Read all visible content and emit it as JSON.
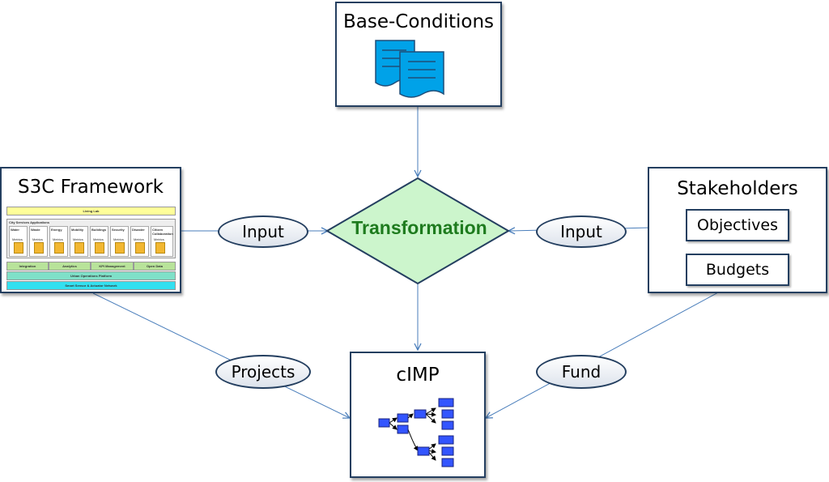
{
  "diagram": {
    "base": {
      "title": "Base-Conditions",
      "icon": "documents-icon"
    },
    "framework": {
      "title": "S3C Framework",
      "living_lab": "Living Lab",
      "apps_title": "City Services Applications",
      "columns": [
        "Water",
        "Waste",
        "Energy",
        "Mobility",
        "Buildings",
        "Security",
        "Disaster",
        "Citizen Collaboration"
      ],
      "metrics": "Metrics",
      "layer_items": [
        "Integration",
        "Analytics",
        "KPI Management",
        "Open Data"
      ],
      "platform": "Urban Operations Platform",
      "network": "Smart Sensor & Actuator Network"
    },
    "stakeholders": {
      "title": "Stakeholders",
      "objectives": "Objectives",
      "budgets": "Budgets"
    },
    "transformation": "Transformation",
    "cimp": {
      "title": "cIMP",
      "icon": "hierarchy-icon"
    },
    "edges": {
      "input_left": "Input",
      "input_right": "Input",
      "projects": "Projects",
      "fund": "Fund"
    }
  },
  "colors": {
    "border": "#243f60",
    "connector": "#4a7ebb",
    "diamond_fill": "#ccf5cc",
    "diamond_text": "#1e7b1e",
    "icon_blue": "#00a2e8",
    "node_blue": "#3355ff"
  }
}
